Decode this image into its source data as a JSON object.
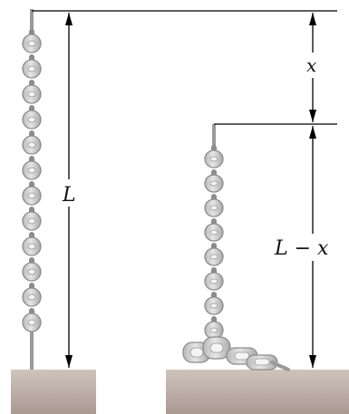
{
  "labels": {
    "left_length": "L",
    "top_offset": "x",
    "right_length": "L − x"
  },
  "colors": {
    "chain_fill": "#c9c9c9",
    "chain_outline": "#8c8c8c",
    "chain_hole": "#f2f2f2",
    "ground_top": "#c8bcb4",
    "ground_bottom": "#a89890",
    "line": "#000000"
  }
}
